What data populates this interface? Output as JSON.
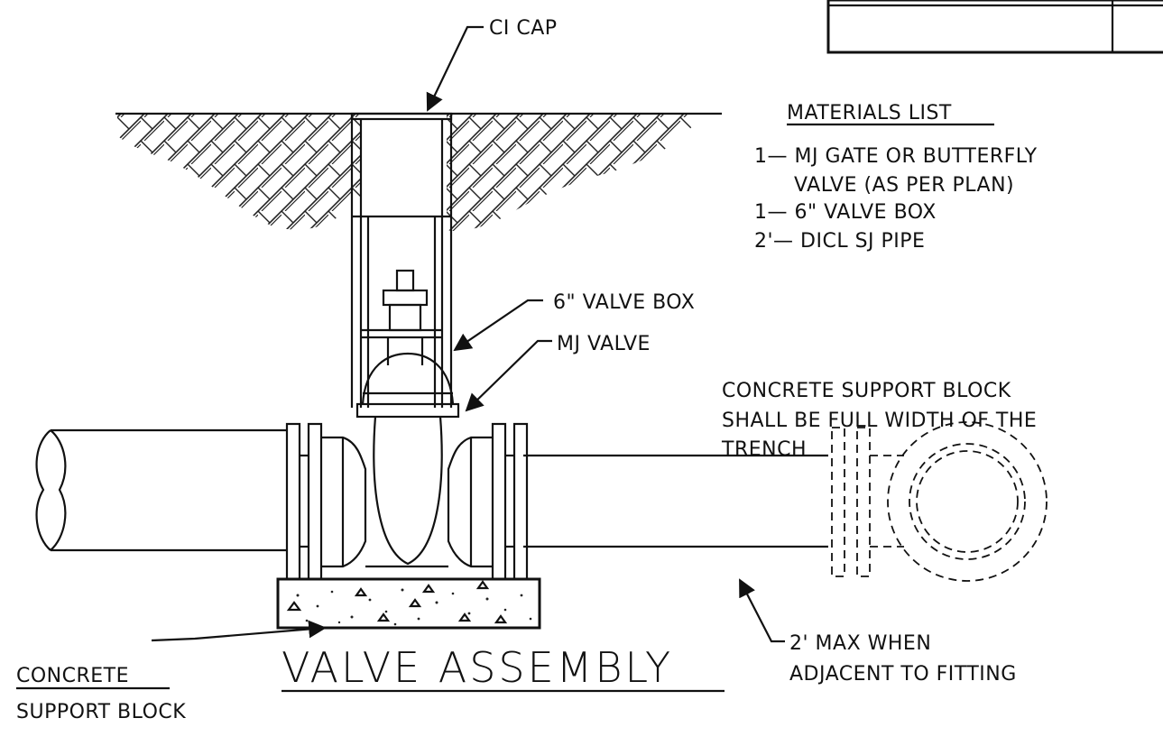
{
  "labels": {
    "ci_cap": "CI CAP",
    "valve_box": "6\" VALVE BOX",
    "mj_valve": "MJ VALVE",
    "support_note": [
      "CONCRETE SUPPORT BLOCK",
      "SHALL BE FULL WIDTH OF THE",
      "TRENCH"
    ],
    "max_note": [
      "2' MAX WHEN",
      "ADJACENT TO FITTING"
    ],
    "concrete_block": [
      "CONCRETE",
      "SUPPORT BLOCK"
    ]
  },
  "materials": {
    "heading": "MATERIALS LIST",
    "items": [
      "1— MJ GATE OR BUTTERFLY",
      "VALVE (AS PER PLAN)",
      "1— 6\" VALVE BOX",
      "2'— DICL SJ PIPE"
    ]
  },
  "title": "VALVE ASSEMBLY"
}
